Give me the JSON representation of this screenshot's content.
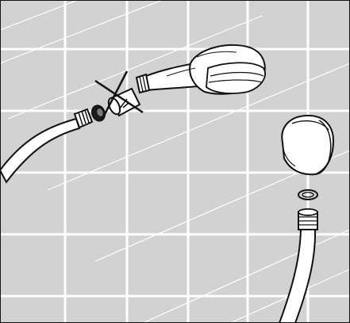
{
  "figure": {
    "kind": "installation-instruction-illustration",
    "colors": {
      "background": "#d2d2d2",
      "tile_grout": "#ffffff",
      "outline": "#111111",
      "part_fill": "#ffffff",
      "washer_dark": "#1a1a1a"
    },
    "parts": [
      {
        "id": "hand-shower-head",
        "icon": "shower-head-icon"
      },
      {
        "id": "hose-left",
        "icon": "hose-icon"
      },
      {
        "id": "hose-nut-left",
        "icon": "nut-icon"
      },
      {
        "id": "flow-limiter-washer",
        "icon": "washer-icon"
      },
      {
        "id": "flow-restrictor-crossed-out",
        "icon": "cross-out-icon"
      },
      {
        "id": "wall-holder",
        "icon": "wall-bracket-icon"
      },
      {
        "id": "sealing-ring",
        "icon": "o-ring-icon"
      },
      {
        "id": "hose-right",
        "icon": "hose-icon"
      },
      {
        "id": "hose-nut-right",
        "icon": "nut-icon"
      }
    ]
  }
}
